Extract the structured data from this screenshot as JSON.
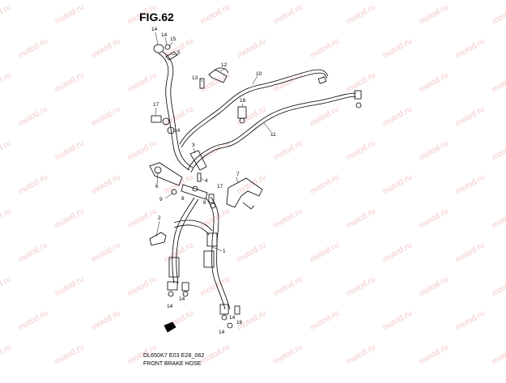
{
  "figure": {
    "title": "FIG.62",
    "footer_code": "DL650K7 E03 E28_062",
    "footer_title": "FRONT BRAKE HOSE",
    "watermark": "motod.ru"
  },
  "colors": {
    "line": "#000000",
    "watermark": "#f3c9c9",
    "background": "#ffffff"
  },
  "callouts": {
    "c1": "14",
    "c2": "14",
    "c3": "15",
    "c4": "5",
    "c5": "12",
    "c6": "13",
    "c7": "10",
    "c8": "17",
    "c9": "14",
    "c10": "18",
    "c11": "11",
    "c12": "3",
    "c13": "4",
    "c14": "7",
    "c15": "6",
    "c16": "9",
    "c17": "8",
    "c18": "17",
    "c19": "8",
    "c20": "2",
    "c21": "1",
    "c22": "14",
    "c23": "14",
    "c24": "14",
    "c25": "16",
    "c26": "14"
  }
}
